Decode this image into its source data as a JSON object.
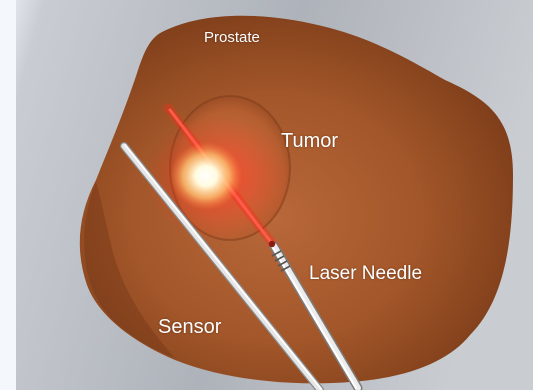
{
  "labels": {
    "prostate": "Prostate",
    "tumor": "Tumor",
    "laser_needle": "Laser Needle",
    "sensor": "Sensor"
  },
  "colors": {
    "background": "#b9bdc4",
    "prostate": "#a5592c",
    "tumor": "#c46a3d",
    "laser_glow": "#ff2a1a",
    "hotspot": "#fffbe0",
    "needle": "#e9e9e9"
  }
}
